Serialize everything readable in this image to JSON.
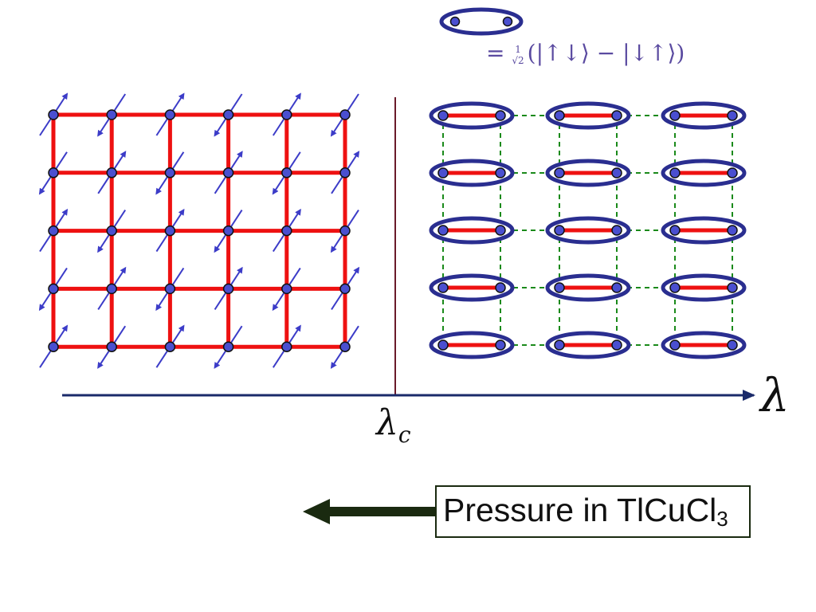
{
  "labels": {
    "pressure_text": "Pressure in TlCuCl",
    "pressure_subscript": "3",
    "axis_symbol": "λ",
    "critical_symbol": "λ",
    "critical_subscript": "c",
    "singlet_equation": "(|↑↓⟩ − |↓↑⟩)",
    "singlet_prefix": "=",
    "singlet_fraction_num": "1",
    "singlet_fraction_den": "√2"
  },
  "colors": {
    "strong_bond": "#ee1111",
    "weak_bond": "#1a8a1a",
    "site_fill": "#4a4fd0",
    "ellipse": "#2a2e90",
    "spin_arrow": "#3c3cc8",
    "axis": "#1a2a6a",
    "divider": "#6a1a2a",
    "pressure_arrow": "#1a2a10"
  },
  "left_lattice": {
    "rows": 5,
    "cols": 6,
    "bond": "strong",
    "spin_pattern": "antiferromagnetic"
  },
  "right_lattice": {
    "rows": 5,
    "dimer_columns": 3,
    "intradimer_bond": "strong",
    "interdimer_bond": "weak-dashed"
  }
}
